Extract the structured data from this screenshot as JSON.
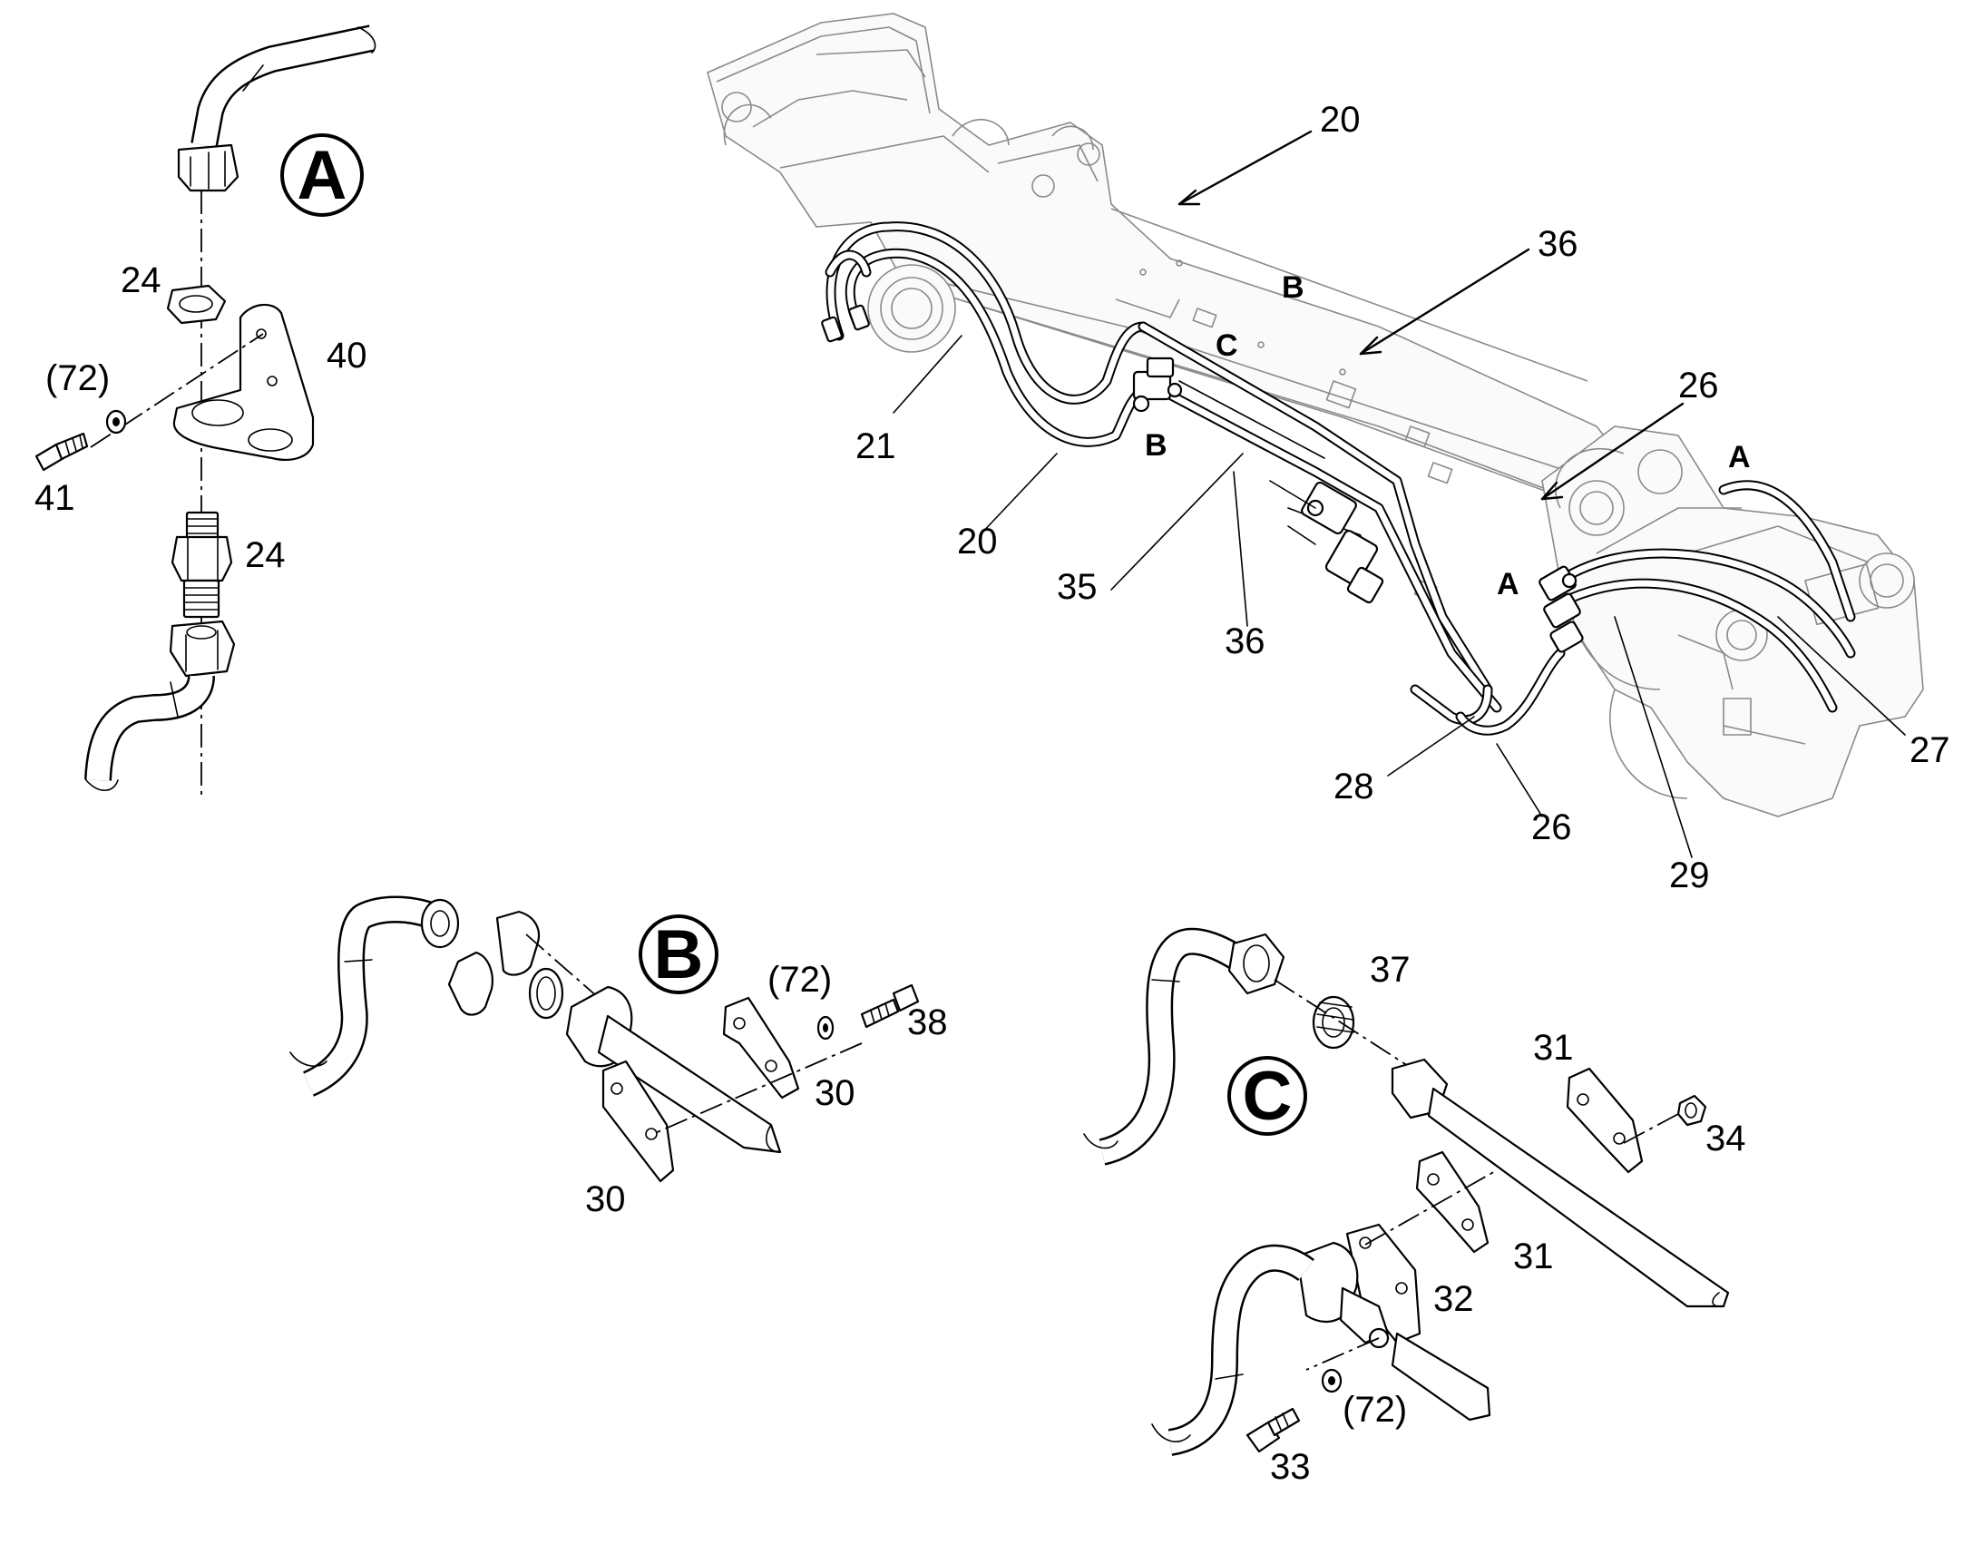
{
  "detail_views": {
    "A": {
      "letter": "A"
    },
    "B": {
      "letter": "B"
    },
    "C": {
      "letter": "C"
    }
  },
  "callouts": {
    "a_24_nut": "24",
    "a_72": "(72)",
    "a_40": "40",
    "a_41": "41",
    "a_24_union": "24",
    "m_20_top": "20",
    "m_36_top": "36",
    "m_26_top": "26",
    "m_21": "21",
    "m_20_bottom": "20",
    "m_35": "35",
    "m_36_bottom": "36",
    "m_28": "28",
    "m_26_bottom": "26",
    "m_29": "29",
    "m_27": "27",
    "b_72": "(72)",
    "b_38": "38",
    "b_30_right": "30",
    "b_30_bottom": "30",
    "c_37": "37",
    "c_31_top": "31",
    "c_34": "34",
    "c_31_mid": "31",
    "c_32": "32",
    "c_72": "(72)",
    "c_33": "33"
  },
  "location_markers": {
    "b_top": "B",
    "c": "C",
    "b_lower": "B",
    "a_right": "A",
    "a_left": "A"
  }
}
